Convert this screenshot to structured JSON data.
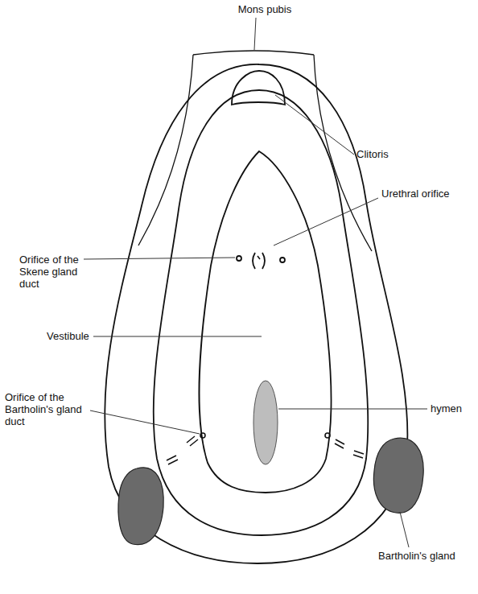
{
  "diagram": {
    "labels": [
      "Mons pubis",
      "Clitoris",
      "Urethral orifice",
      "Orifice of the Skene gland duct",
      "Vestibule",
      "Orifice of the Bartholin's gland duct",
      "hymen",
      "Bartholin's gland"
    ]
  }
}
